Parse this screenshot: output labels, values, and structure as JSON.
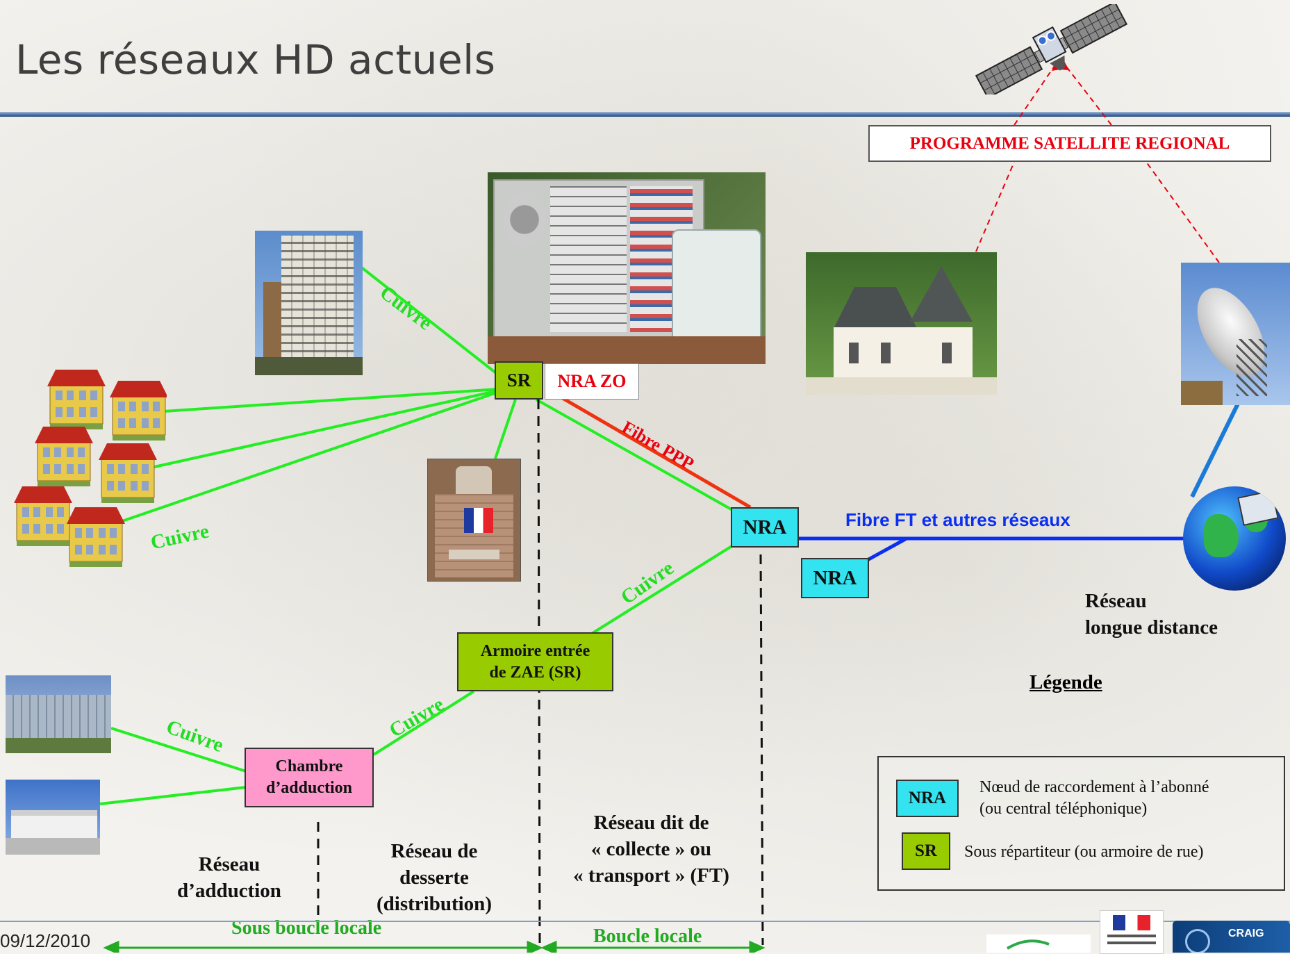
{
  "title": "Les réseaux HD actuels",
  "date": "09/12/2010",
  "satellite_box": "PROGRAMME SATELLITE  REGIONAL",
  "nodes": {
    "sr_top": "SR",
    "nra_zo": "NRA ZO",
    "nra_main": "NRA",
    "nra_second": "NRA",
    "armoire": "Armoire entrée de ZAE (SR)",
    "chambre": "Chambre d’adduction"
  },
  "links": {
    "cuivre_tower": "Cuivre",
    "cuivre_houses": "Cuivre",
    "cuivre_nra": "Cuivre",
    "cuivre_armoire": "Cuivre",
    "cuivre_office": "Cuivre",
    "fibre_ppp": "Fibre PPP",
    "fibre_ft": "Fibre  FT et autres réseaux"
  },
  "network_labels": {
    "long_distance_1": "Réseau",
    "long_distance_2": "longue distance",
    "adduction_1": "Réseau",
    "adduction_2": "d’adduction",
    "desserte_1": "Réseau de",
    "desserte_2": "desserte",
    "desserte_3": "(distribution)",
    "collecte_1": "Réseau dit de",
    "collecte_2": "« collecte » ou",
    "collecte_3": "« transport » (FT)"
  },
  "spans": {
    "sous_boucle": "Sous boucle locale",
    "boucle": "Boucle locale"
  },
  "legend": {
    "title": "Légende",
    "nra_key": "NRA",
    "nra_desc_1": "Nœud de raccordement à l’abonné",
    "nra_desc_2": "(ou central téléphonique)",
    "sr_key": "SR",
    "sr_desc": "Sous répartiteur (ou armoire de rue)"
  },
  "logos": {
    "craig": "CRAIG"
  },
  "colors": {
    "copper": "#22ee22",
    "fibre_ppp": "#ee3311",
    "fibre_ft": "#0a2ff0",
    "satellite_link": "#e8000e",
    "nra_fill": "#33e4f0",
    "sr_fill": "#99cc00",
    "chambre_fill": "#ff99cc"
  }
}
